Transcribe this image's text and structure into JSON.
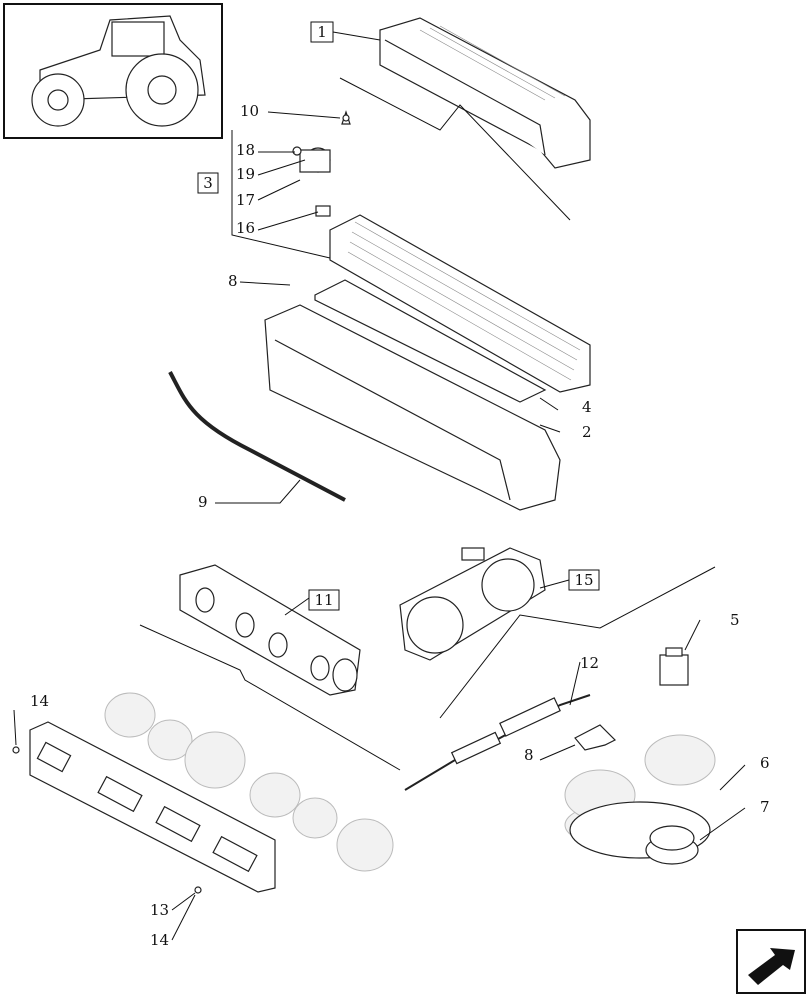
{
  "callouts": {
    "c1": "1",
    "c2": "2",
    "c3": "3",
    "c4": "4",
    "c5": "5",
    "c6": "6",
    "c7": "7",
    "c8a": "8",
    "c8b": "8",
    "c9": "9",
    "c10": "10",
    "c11": "11",
    "c12": "12",
    "c13": "13",
    "c14a": "14",
    "c14b": "14",
    "c15": "15",
    "c16": "16",
    "c17": "17",
    "c18": "18",
    "c19": "19"
  },
  "icons": {
    "thumbnail": "tractor-thumbnail-icon",
    "nav": "next-page-arrow-icon"
  }
}
